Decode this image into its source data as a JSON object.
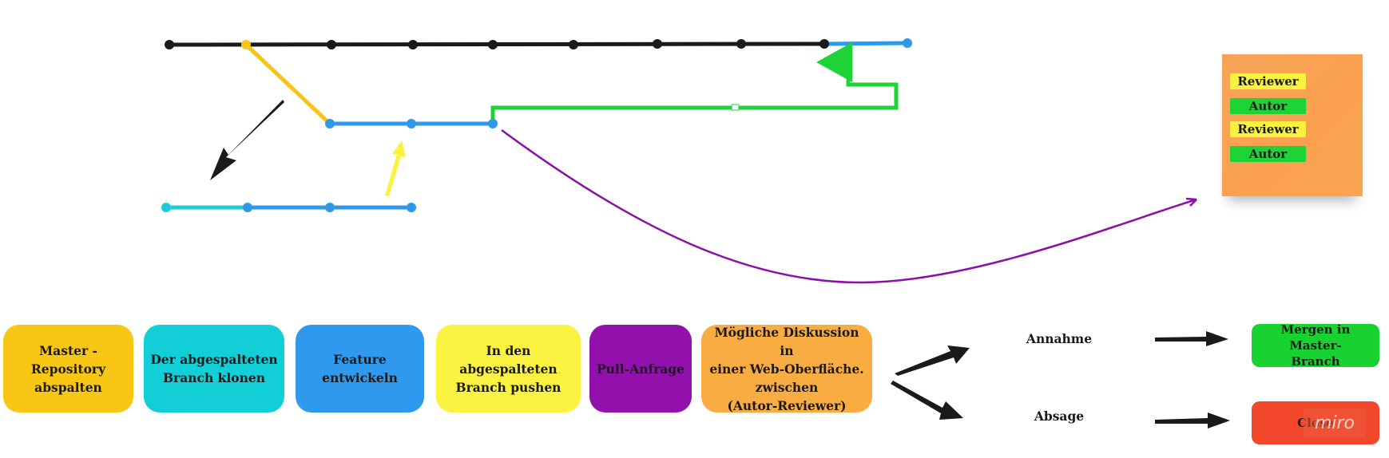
{
  "colors": {
    "master": "#1a1a1a",
    "fork": "#f5c518",
    "cyan": "#1ecbd6",
    "blue": "#2f99e8",
    "green": "#1ed336",
    "yellow": "#fbf240",
    "purple": "#8b10a8",
    "orange": "#f9ac42",
    "red": "#f2472b"
  },
  "steps": [
    {
      "label": "Master -\nRepository\nabspalten",
      "color": "#f8c615"
    },
    {
      "label": "Der  abgespalteten\nBranch klonen",
      "color": "#12ced6"
    },
    {
      "label": "Feature\nentwickeln",
      "color": "#2f99ee"
    },
    {
      "label": "In den abgespalteten\nBranch pushen",
      "color": "#fcf242"
    },
    {
      "label": "Pull-Anfrage",
      "color": "#9211ac"
    },
    {
      "label": "Mögliche Diskussion in\neiner Web-Oberfläche.\nzwischen\n(Autor-Reviewer)",
      "color": "#f9ac42"
    }
  ],
  "decisions": {
    "accept": "Annahme",
    "reject": "Absage"
  },
  "results": {
    "merge": {
      "label": "Mergen in Master-\nBranch",
      "color": "#17d22f"
    },
    "close": {
      "label": "Close",
      "color": "#f2472b"
    }
  },
  "sticky_note": {
    "tags": [
      {
        "label": "Reviewer",
        "color": "#fbf240"
      },
      {
        "label": "Autor",
        "color": "#1ed336"
      },
      {
        "label": "Reviewer",
        "color": "#fbf240"
      },
      {
        "label": "Autor",
        "color": "#1ed336"
      }
    ]
  },
  "watermark": "miro"
}
